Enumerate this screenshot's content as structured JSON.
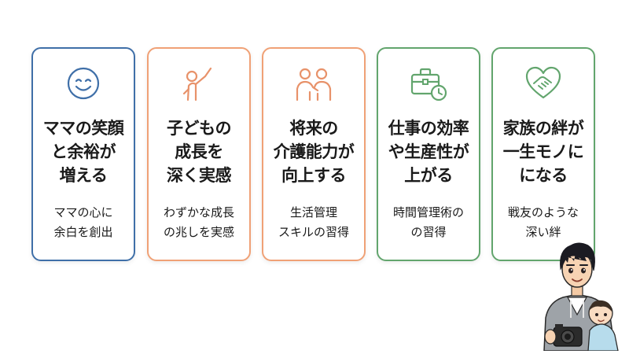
{
  "colors": {
    "blue": "#3f6fa8",
    "orange": "#f0a176",
    "green": "#62a56d",
    "text": "#1a1a1a"
  },
  "cards": [
    {
      "icon": "smiley-face-icon",
      "color": "#3f6fa8",
      "title_lines": [
        "ママの笑顔",
        "と余裕が",
        "増える"
      ],
      "desc_lines": [
        "ママの心に",
        "余白を創出"
      ]
    },
    {
      "icon": "raising-hand-child-icon",
      "color": "#f0a176",
      "title_lines": [
        "子どもの",
        "成長を",
        "深く実感"
      ],
      "desc_lines": [
        "わずかな成長",
        "の兆しを実感"
      ]
    },
    {
      "icon": "parent-child-icon",
      "color": "#f0a176",
      "title_lines": [
        "将来の",
        "介護能力が",
        "向上する"
      ],
      "desc_lines": [
        "生活管理",
        "スキルの習得"
      ]
    },
    {
      "icon": "briefcase-clock-icon",
      "color": "#62a56d",
      "title_lines": [
        "仕事の効率",
        "や生産性が",
        "上がる"
      ],
      "desc_lines": [
        "時間管理術の",
        "の習得"
      ]
    },
    {
      "icon": "handshake-heart-icon",
      "color": "#62a56d",
      "title_lines": [
        "家族の絆が",
        "一生モノに",
        "になる"
      ],
      "desc_lines": [
        "戦友のような",
        "深い絆"
      ]
    }
  ]
}
